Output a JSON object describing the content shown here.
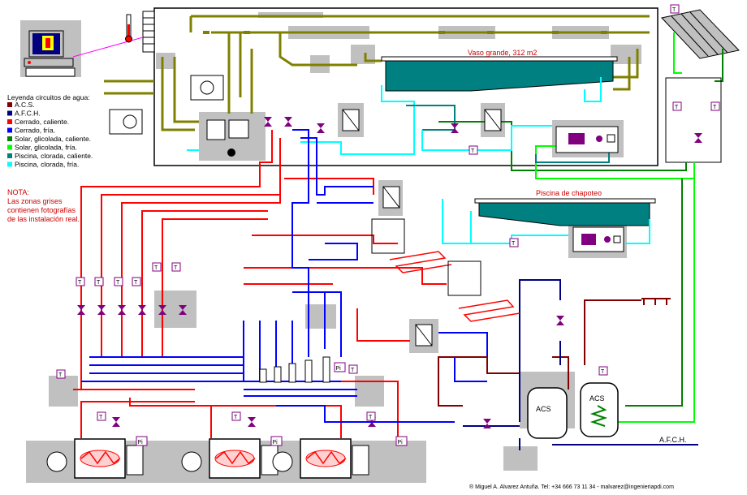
{
  "pool_main": {
    "label": "Vaso grande, 312 m2"
  },
  "pool_kids": {
    "label": "Piscina de chapoteo"
  },
  "legend": {
    "title": "Leyenda circuitos de agua:",
    "items": [
      {
        "label": "A.C.S.",
        "color": "#800000"
      },
      {
        "label": "A.F.C.H.",
        "color": "#000080"
      },
      {
        "label": "Cerrado, caliente.",
        "color": "#ff0000"
      },
      {
        "label": "Cerrado, fría.",
        "color": "#0000ff"
      },
      {
        "label": "Solar, glicolada, caliente.",
        "color": "#008000"
      },
      {
        "label": "Solar, glicolada, fría.",
        "color": "#00ff00"
      },
      {
        "label": "Piscina, clorada, caliente.",
        "color": "#008080"
      },
      {
        "label": "Piscina, clorada, fría.",
        "color": "#00ffff"
      }
    ]
  },
  "note": {
    "lines": [
      "NOTA:",
      "Las zonas grises",
      "contienen fotografías",
      "de las instalación real."
    ]
  },
  "tanks": {
    "acs_1": "ACS",
    "acs_2": "ACS"
  },
  "afch_label": "A.F.C.H.",
  "footer": "® Miguel A. Alvarez Antuña. Tel: +34 666 73 11 34  -  malvarez@ingenieriapdi.com",
  "symbols": {
    "thermometer": "T",
    "pressure": "Pi"
  },
  "colors": {
    "acs": "#800000",
    "afch": "#000080",
    "hot": "#ff0000",
    "cold": "#0000ff",
    "solar_hot": "#008000",
    "solar_cold": "#00ff00",
    "pool_hot": "#008080",
    "pool_cold": "#00ffff",
    "air": "#808000",
    "pool_fill": "#008080",
    "pump": "#800080"
  }
}
